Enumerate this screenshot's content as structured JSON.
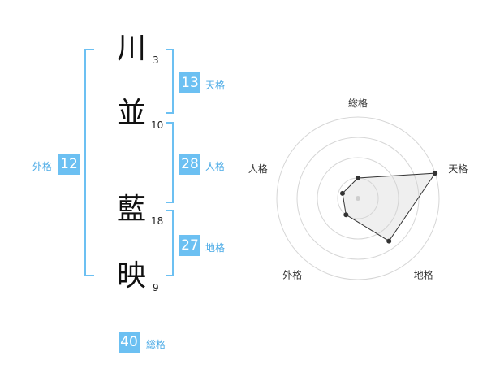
{
  "colors": {
    "accent": "#6cc0f2",
    "accent_text": "#4aaae6"
  },
  "name": {
    "characters": [
      {
        "char": "川",
        "strokes": "3"
      },
      {
        "char": "並",
        "strokes": "10"
      },
      {
        "char": "藍",
        "strokes": "18"
      },
      {
        "char": "映",
        "strokes": "9"
      }
    ]
  },
  "fortunes": {
    "tenkaku": {
      "value": "13",
      "label": "天格"
    },
    "jinkaku": {
      "value": "28",
      "label": "人格"
    },
    "chikaku": {
      "value": "27",
      "label": "地格"
    },
    "gaikaku": {
      "value": "12",
      "label": "外格"
    },
    "soukaku": {
      "value": "40",
      "label": "総格"
    }
  },
  "radar": {
    "axis_labels": [
      "総格",
      "天格",
      "地格",
      "外格",
      "人格"
    ],
    "levels": 4,
    "values": [
      0.25,
      1.0,
      0.65,
      0.25,
      0.2
    ]
  }
}
